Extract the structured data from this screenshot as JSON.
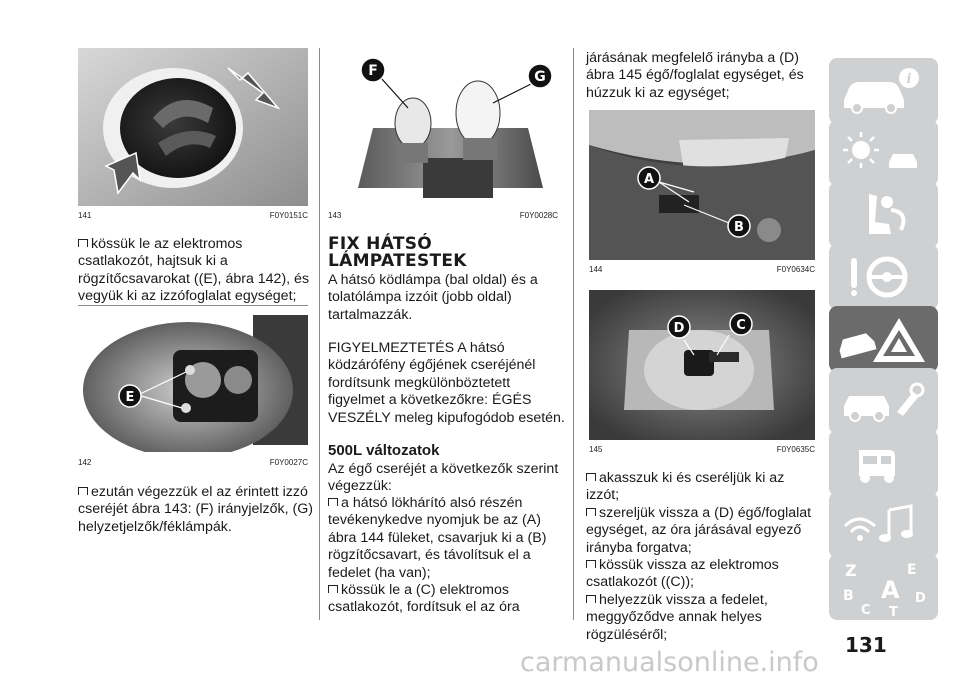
{
  "col1": {
    "fig141": {
      "num": "141",
      "code": "F0Y0151C"
    },
    "para1": "kössük le az elektromos csatlakozót, hajtsuk ki a rögzítőcsavarokat ((E), ábra 142), és vegyük ki az izzófoglalat egységet;",
    "fig142": {
      "num": "142",
      "code": "F0Y0027C",
      "label_e": "E"
    },
    "para2": "ezután végezzük el az érintett izzó cseréjét ábra 143: (F) irányjelzők, (G) helyzetjelzők/féklámpák."
  },
  "col2": {
    "fig143": {
      "num": "143",
      "code": "F0Y0028C",
      "label_f": "F",
      "label_g": "G"
    },
    "heading_l1": "FIX HÁTSÓ",
    "heading_l2": "LÁMPATESTEK",
    "intro": "A hátsó ködlámpa (bal oldal) és a tolatólámpa izzóit (jobb oldal) tartalmazzák.",
    "warning": "FIGYELMEZTETÉS A hátsó ködzárófény égőjének cseréjénél fordítsunk megkülönböztetett figyelmet a következőkre: ÉGÉS VESZÉLY meleg kipufogódob esetén.",
    "subheading": "500L változatok",
    "sub_intro": "Az égő cseréjét a következők szerint végezzük:",
    "step1": "a hátsó lökhárító alsó részén tevékenykedve nyomjuk be az (A) ábra 144 füleket, csavarjuk ki a (B) rögzítőcsavart, és távolítsuk el a fedelet (ha van);",
    "step2": "kössük le a (C) elektromos csatlakozót, fordítsuk el az óra"
  },
  "col3": {
    "cont": "járásának megfelelő irányba a (D) ábra 145 égő/foglalat egységet, és húzzuk ki az egységet;",
    "fig144": {
      "num": "144",
      "code": "F0Y0634C",
      "label_a": "A",
      "label_b": "B"
    },
    "fig145": {
      "num": "145",
      "code": "F0Y0635C",
      "label_c": "C",
      "label_d": "D"
    },
    "b1": "akasszuk ki és cseréljük ki az izzót;",
    "b2": "szereljük vissza a (D) égő/foglalat egységet, az óra járásával egyező irányba forgatva;",
    "b3": "kössük vissza az elektromos csatlakozót ((C));",
    "b4": "helyezzük vissza a fedelet, meggyőződve annak helyes rögzüléséről;"
  },
  "sidebar": {
    "icons": [
      "car-info-icon",
      "warning-lights-icon",
      "airbag-seat-icon",
      "steering-wheel-icon",
      "emergency-triangle-icon",
      "car-service-icon",
      "specifications-icon",
      "media-music-icon",
      "index-letters-icon"
    ],
    "index_letters": [
      "Z",
      "E",
      "B",
      "A",
      "C",
      "D",
      "T"
    ]
  },
  "page_number": "131",
  "watermark": "carmanualsonline.info"
}
